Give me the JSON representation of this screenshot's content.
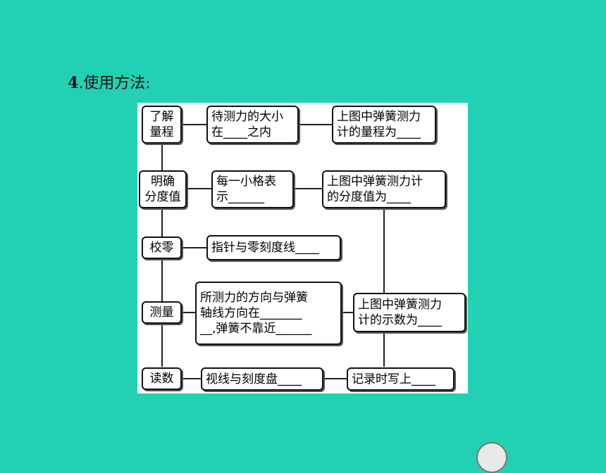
{
  "heading": {
    "number": "4",
    "text": ".使用方法:"
  },
  "diagram": {
    "steps": [
      {
        "label": "了解\n量程"
      },
      {
        "label": "明确\n分度值"
      },
      {
        "label": "校零"
      },
      {
        "label": "测量"
      },
      {
        "label": "读数"
      }
    ],
    "details": [
      {
        "text": "待测力的大小\n在____之内"
      },
      {
        "text": "每一小格表\n示______"
      },
      {
        "text": "指针与零刻度线____"
      },
      {
        "text": "所测力的方向与弹簧\n轴线方向在_______\n__,弹簧不靠近______"
      },
      {
        "text": "视线与刻度盘____"
      }
    ],
    "results": [
      {
        "text": "上图中弹簧测力\n计的量程为____"
      },
      {
        "text": "上图中弹簧测力计\n的分度值为____"
      },
      {
        "text": "上图中弹簧测力\n计的示数为____"
      },
      {
        "text": "记录时写上____"
      }
    ]
  }
}
